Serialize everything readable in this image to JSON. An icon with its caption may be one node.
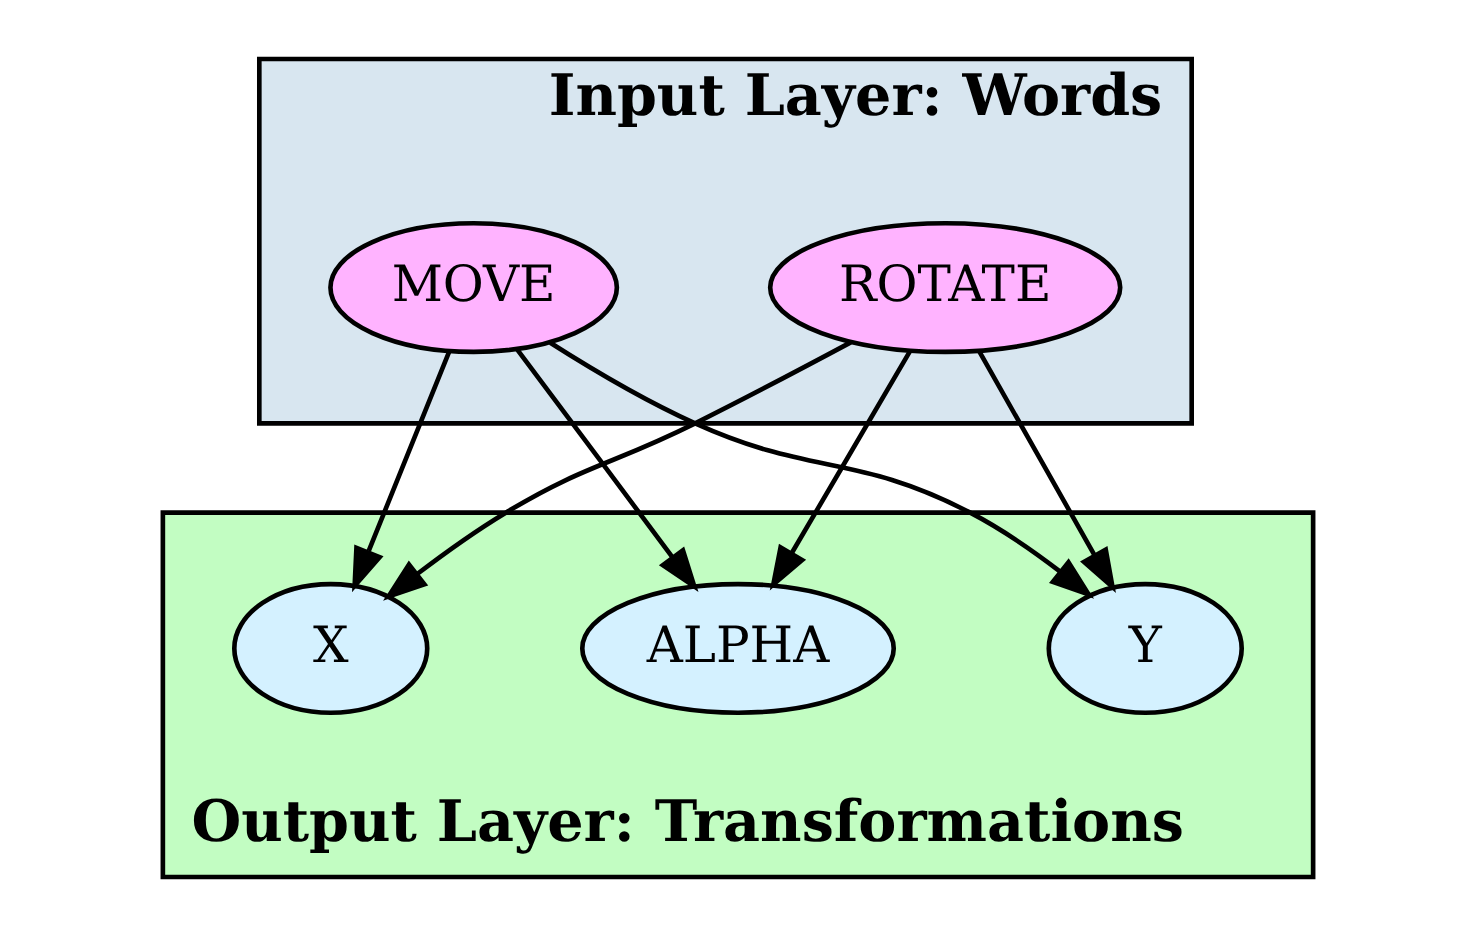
{
  "diagram": {
    "nodes": [
      {
        "text": [
          "Input Layer: Words"
        ]
      },
      {
        "text": [
          "ROTATE"
        ],
        "in": 0
      },
      {
        "text": [
          "MOVE"
        ],
        "in": 0
      },
      {
        "text": [
          "Output Layer: Transformations"
        ]
      },
      {
        "text": [
          "X"
        ],
        "in": 3
      },
      {
        "text": [
          "Y"
        ],
        "in": 3
      },
      {
        "text": [
          "ALPHA"
        ],
        "in": 3
      }
    ],
    "edges": [
      {
        "from": 1,
        "to": 4,
        "arrow": "to"
      },
      {
        "from": 1,
        "to": 5,
        "arrow": "to"
      },
      {
        "from": 1,
        "to": 6,
        "arrow": "to"
      },
      {
        "from": 2,
        "to": 4,
        "arrow": "to"
      },
      {
        "from": 2,
        "to": 5,
        "arrow": "to"
      },
      {
        "from": 2,
        "to": 6,
        "arrow": "to"
      }
    ]
  }
}
